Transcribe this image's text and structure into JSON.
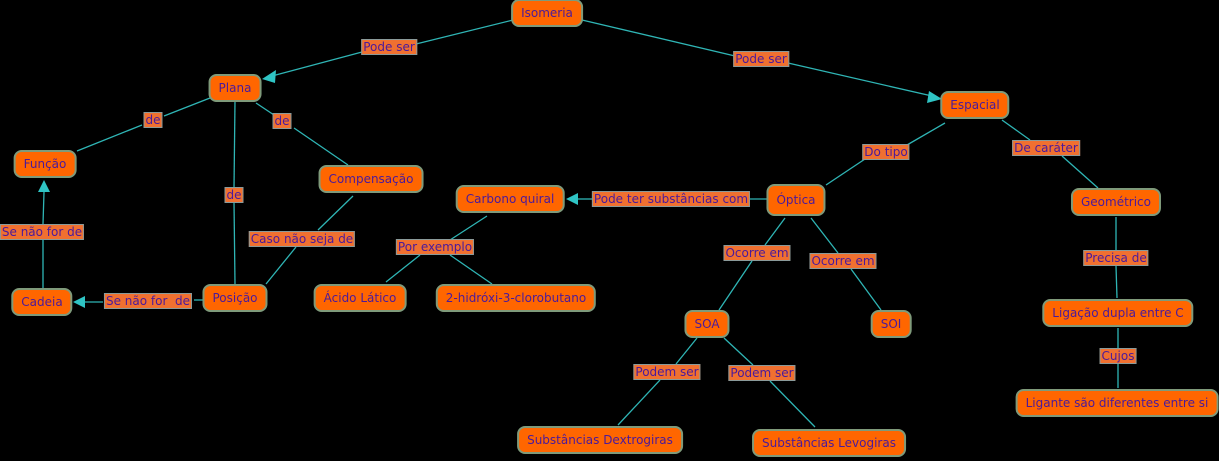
{
  "nodes": {
    "isomeria": "Isomeria",
    "plana": "Plana",
    "espacial": "Espacial",
    "funcao": "Função",
    "compensacao": "Compensação",
    "carbono_quiral": "Carbono quiral",
    "optica": "Óptica",
    "geometrico": "Geométrico",
    "cadeia": "Cadeia",
    "posicao": "Posição",
    "acido_latico": "Ácido Lático",
    "hidroxi": "2-hidróxi-3-clorobutano",
    "soa": "SOA",
    "soi": "SOI",
    "ligacao_dupla": "Ligação dupla entre C",
    "ligante": "Ligante são diferentes entre si",
    "dextrogiras": "Substâncias Dextrogiras",
    "levogiras": "Substâncias Levogiras"
  },
  "links": {
    "iso_plana": "Pode ser",
    "iso_espacial": "Pode ser",
    "plana_funcao": "de",
    "plana_compensacao": "de",
    "plana_posicao": "de",
    "espacial_optica": "Do tipo",
    "espacial_geometrico": "De caráter",
    "optica_carbono": "Pode ter substâncias com",
    "carbono_exemplo": "Por exemplo",
    "compensacao_posicao": "Caso não seja de",
    "cadeia_funcao": "Se não for de",
    "posicao_cadeia": "Se não for  de",
    "optica_soa": "Ocorre em",
    "optica_soi": "Ocorre em",
    "geometrico_ligacao": "Precisa de",
    "ligacao_ligante": "Cujos",
    "soa_dextro": "Podem ser",
    "soa_levo": "Podem ser"
  },
  "colors": {
    "node": "#ff6600",
    "text": "#4a1a9c",
    "line": "#2fb5b5",
    "background": "#000000"
  }
}
